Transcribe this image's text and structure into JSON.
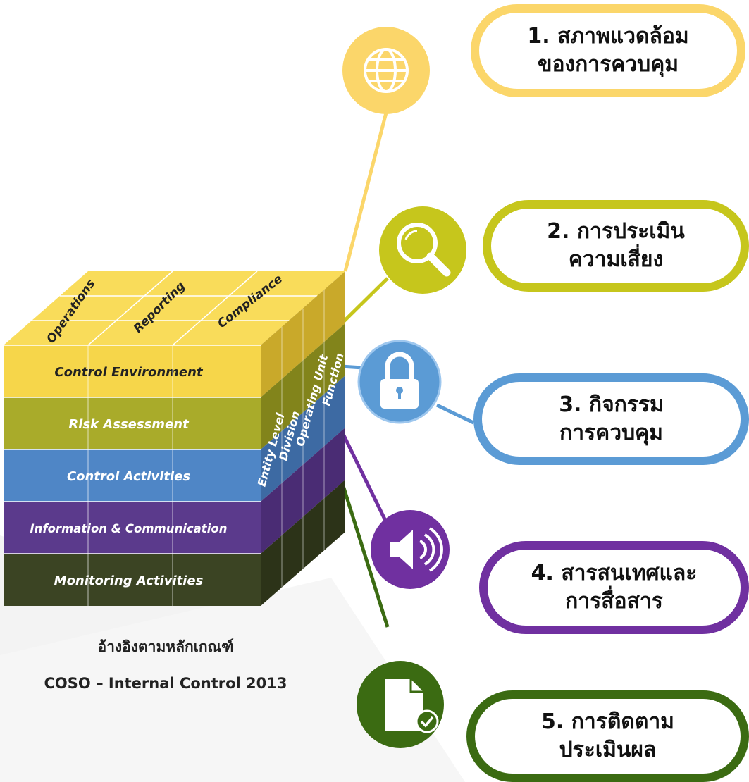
{
  "cube": {
    "top_labels": [
      "Operations",
      "Reporting",
      "Compliance"
    ],
    "layers": [
      {
        "label": "Control Environment",
        "color": "#f6d64a",
        "side_color": "#c9a92a",
        "text_color": "#222222"
      },
      {
        "label": "Risk Assessment",
        "color": "#a9ab2a",
        "side_color": "#82841b",
        "text_color": "#ffffff"
      },
      {
        "label": "Control Activities",
        "color": "#4f86c6",
        "side_color": "#3d6aa3",
        "text_color": "#ffffff"
      },
      {
        "label": "Information & Communication",
        "color": "#5b3a8c",
        "side_color": "#4a2c74",
        "text_color": "#ffffff"
      },
      {
        "label": "Monitoring Activities",
        "color": "#3b4423",
        "side_color": "#2c3318",
        "text_color": "#ffffff"
      }
    ],
    "side_labels": [
      "Entity Level",
      "Division",
      "Operating Unit",
      "Function"
    ],
    "top_color": "#f9dc5a"
  },
  "components": [
    {
      "line1": "1. สภาพแวดล้อม",
      "line2": "ของการควบคุม",
      "color": "#fbd66a",
      "icon": "globe-icon"
    },
    {
      "line1": "2. การประเมิน",
      "line2": "ความเสี่ยง",
      "color": "#c6c61c",
      "icon": "magnifier-icon"
    },
    {
      "line1": "3. กิจกรรม",
      "line2": "การควบคุม",
      "color": "#5b9bd5",
      "icon": "padlock-icon"
    },
    {
      "line1": "4. สารสนเทศและ",
      "line2": "การสื่อสาร",
      "color": "#7030a0",
      "icon": "speaker-icon"
    },
    {
      "line1": "5. การติดตาม",
      "line2": "ประเมินผล",
      "color": "#3b6b12",
      "icon": "document-check-icon"
    }
  ],
  "caption": {
    "line1": "อ้างอิงตามหลักเกณฑ์",
    "line2": "COSO – Internal Control 2013"
  }
}
